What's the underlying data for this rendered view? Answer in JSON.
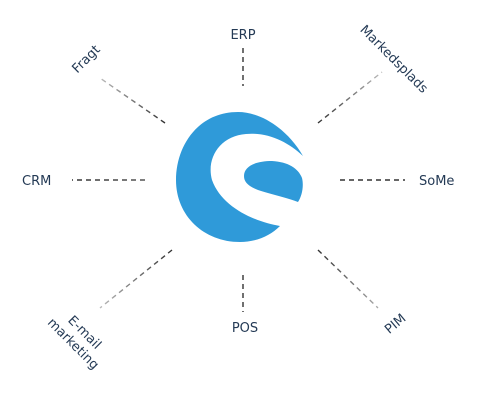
{
  "diagram": {
    "colors": {
      "logo_blue": "#2f9ad9",
      "label_text": "#243a55",
      "line_dark": "#333333",
      "line_faded": "#bbbbbb"
    },
    "center_icon": "logo-s-icon",
    "spokes": [
      {
        "id": "erp",
        "label": "ERP"
      },
      {
        "id": "markedsplads",
        "label": "Markedsplads"
      },
      {
        "id": "some",
        "label": "SoMe"
      },
      {
        "id": "pim",
        "label": "PIM"
      },
      {
        "id": "pos",
        "label": "POS"
      },
      {
        "id": "email",
        "label_line1": "E-mail",
        "label_line2": "marketing"
      },
      {
        "id": "crm",
        "label": "CRM"
      },
      {
        "id": "fragt",
        "label": "Fragt"
      }
    ]
  }
}
